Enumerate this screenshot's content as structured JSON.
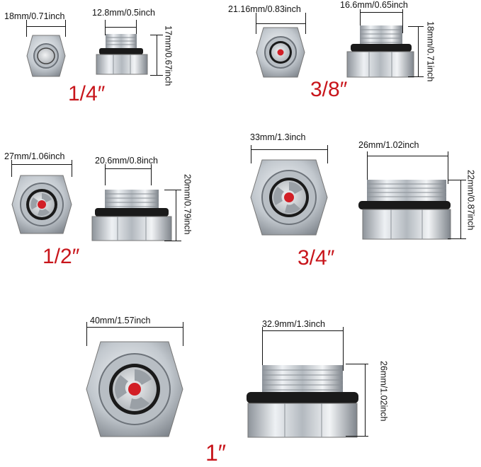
{
  "products": [
    {
      "size": "1/4″",
      "face_width": "18mm/0.71inch",
      "thread_width": "12.8mm/0.5inch",
      "height": "17mm/0.67inch"
    },
    {
      "size": "3/8″",
      "face_width": "21.16mm/0.83inch",
      "thread_width": "16.6mm/0.65inch",
      "height": "18mm/0.71inch"
    },
    {
      "size": "1/2″",
      "face_width": "27mm/1.06inch",
      "thread_width": "20.6mm/0.8inch",
      "height": "20mm/0.79inch"
    },
    {
      "size": "3/4″",
      "face_width": "33mm/1.3inch",
      "thread_width": "26mm/1.02inch",
      "height": "22mm/0.87inch"
    },
    {
      "size": "1″",
      "face_width": "40mm/1.57inch",
      "thread_width": "32.9mm/1.3inch",
      "height": "26mm/1.02inch"
    }
  ],
  "colors": {
    "size_label": "#c8151b",
    "metal": "#c9ced3",
    "seal": "#1a1a1a",
    "indicator": "#d21f26"
  }
}
